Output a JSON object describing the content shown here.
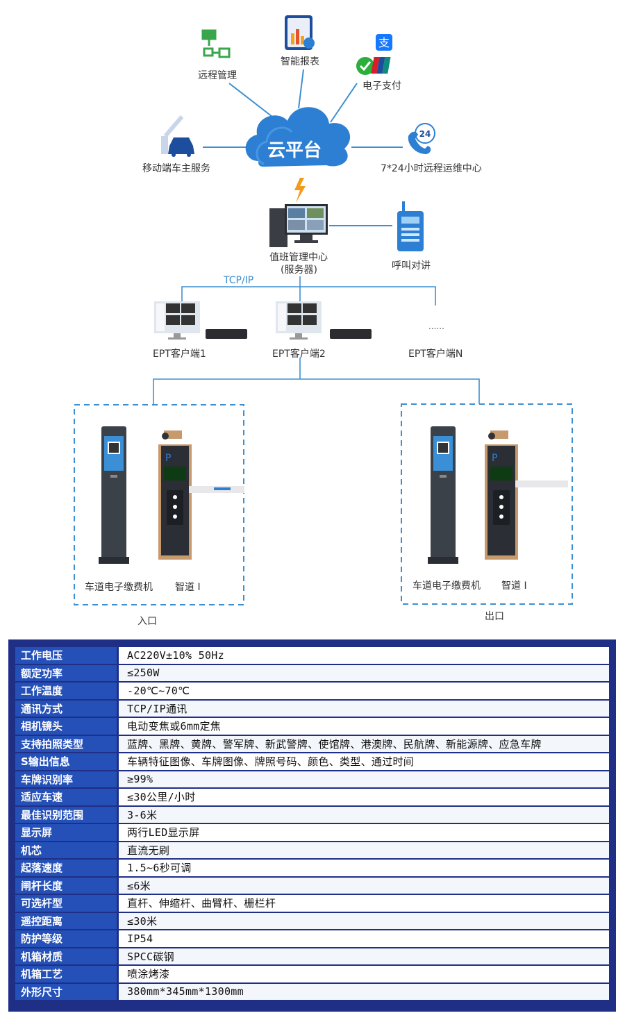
{
  "diagram": {
    "cloud_label": "云平台",
    "remote_mgmt": "远程管理",
    "smart_report": "智能报表",
    "e_payment": "电子支付",
    "mobile_service": "移动端车主服务",
    "ops_center": "7*24小时远程运维中心",
    "duty_center_line1": "值班管理中心",
    "duty_center_line2": "(服务器)",
    "intercom": "呼叫对讲",
    "protocol": "TCP/IP",
    "client1": "EPT客户端1",
    "client2": "EPT客户端2",
    "clientN": "EPT客户端N",
    "ellipsis": "......",
    "badge_24": "24",
    "entrance": {
      "kiosk_label": "车道电子缴费机",
      "gate_label": "智道 I",
      "caption": "入口"
    },
    "exit": {
      "kiosk_label": "车道电子缴费机",
      "gate_label": "智道 I",
      "caption": "出口"
    }
  },
  "specs": [
    {
      "key": "工作电压",
      "value": "AC220V±10% 50Hz"
    },
    {
      "key": "额定功率",
      "value": "≤250W"
    },
    {
      "key": "工作温度",
      "value": "-20℃~70℃"
    },
    {
      "key": "通讯方式",
      "value": "TCP/IP通讯"
    },
    {
      "key": "相机镜头",
      "value": "电动变焦或6mm定焦"
    },
    {
      "key": "支持拍照类型",
      "value": "蓝牌、黑牌、黄牌、警军牌、新武警牌、使馆牌、港澳牌、民航牌、新能源牌、应急车牌"
    },
    {
      "key": "S输出信息",
      "value": "车辆特征图像、车牌图像、牌照号码、颜色、类型、通过时间"
    },
    {
      "key": "车牌识别率",
      "value": "≥99%"
    },
    {
      "key": "适应车速",
      "value": "≤30公里/小时"
    },
    {
      "key": "最佳识别范围",
      "value": "3-6米"
    },
    {
      "key": "显示屏",
      "value": "两行LED显示屏"
    },
    {
      "key": "机芯",
      "value": "直流无刷"
    },
    {
      "key": "起落速度",
      "value": "1.5~6秒可调"
    },
    {
      "key": "闸杆长度",
      "value": "≤6米"
    },
    {
      "key": "可选杆型",
      "value": "直杆、伸缩杆、曲臂杆、栅栏杆"
    },
    {
      "key": "遥控距离",
      "value": "≤30米"
    },
    {
      "key": "防护等级",
      "value": "IP54"
    },
    {
      "key": "机箱材质",
      "value": "SPCC碳钢"
    },
    {
      "key": "机箱工艺",
      "value": "喷涂烤漆"
    },
    {
      "key": "外形尺寸",
      "value": "380mm*345mm*1300mm"
    }
  ]
}
